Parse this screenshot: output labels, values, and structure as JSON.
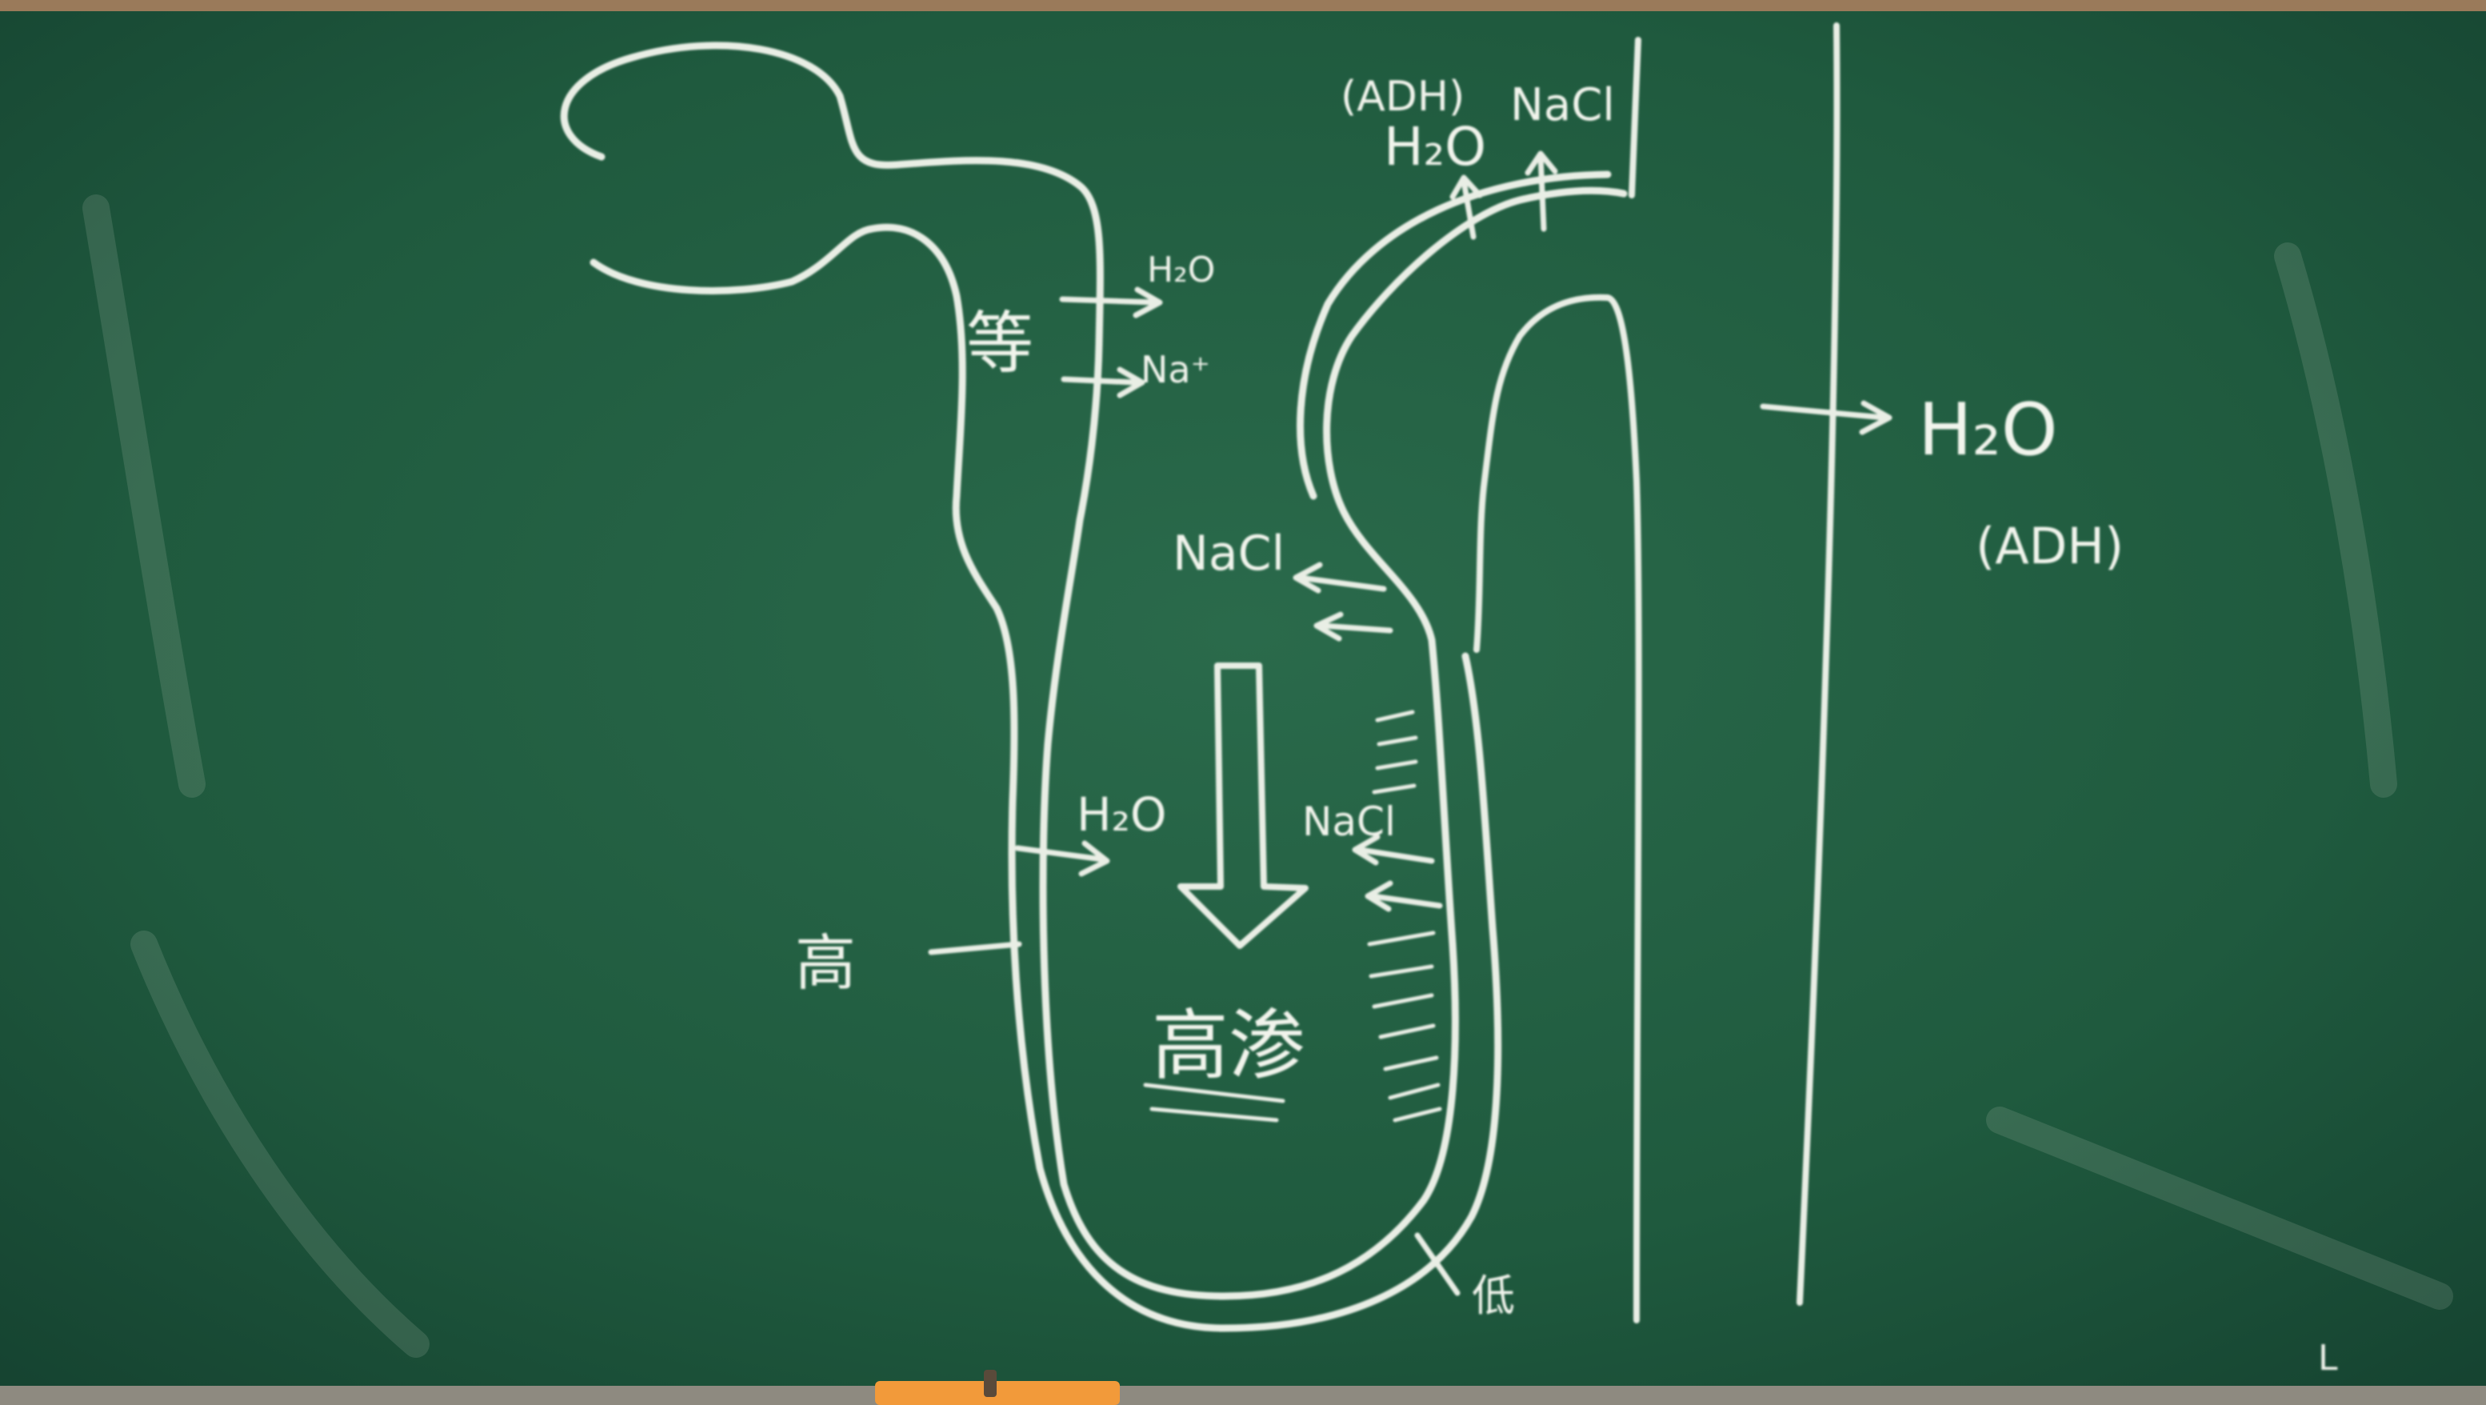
{
  "colors": {
    "board": "#1f5a3e",
    "board_dark": "#164530",
    "frame": "#9a7a5a",
    "chalk": "#e9eee5",
    "tray_marker": "#f29a3a"
  },
  "labels": {
    "tubule_upper_h2o": "H₂O",
    "tubule_upper_na": "Na⁺",
    "tubule_upper_glyph": "等",
    "descending_h2o": "H₂O",
    "descending_glyph": "高",
    "center_glyph": "高渗",
    "ascending_nacl_upper": "NaCl",
    "ascending_nacl_lower": "NaCl",
    "ascending_glyph": "低",
    "distal_adh": "(ADH)",
    "distal_h2o": "H₂O",
    "distal_nacl": "NaCl",
    "collecting_h2o": "H₂O",
    "collecting_adh": "(ADH)",
    "corner_mark": "L"
  }
}
